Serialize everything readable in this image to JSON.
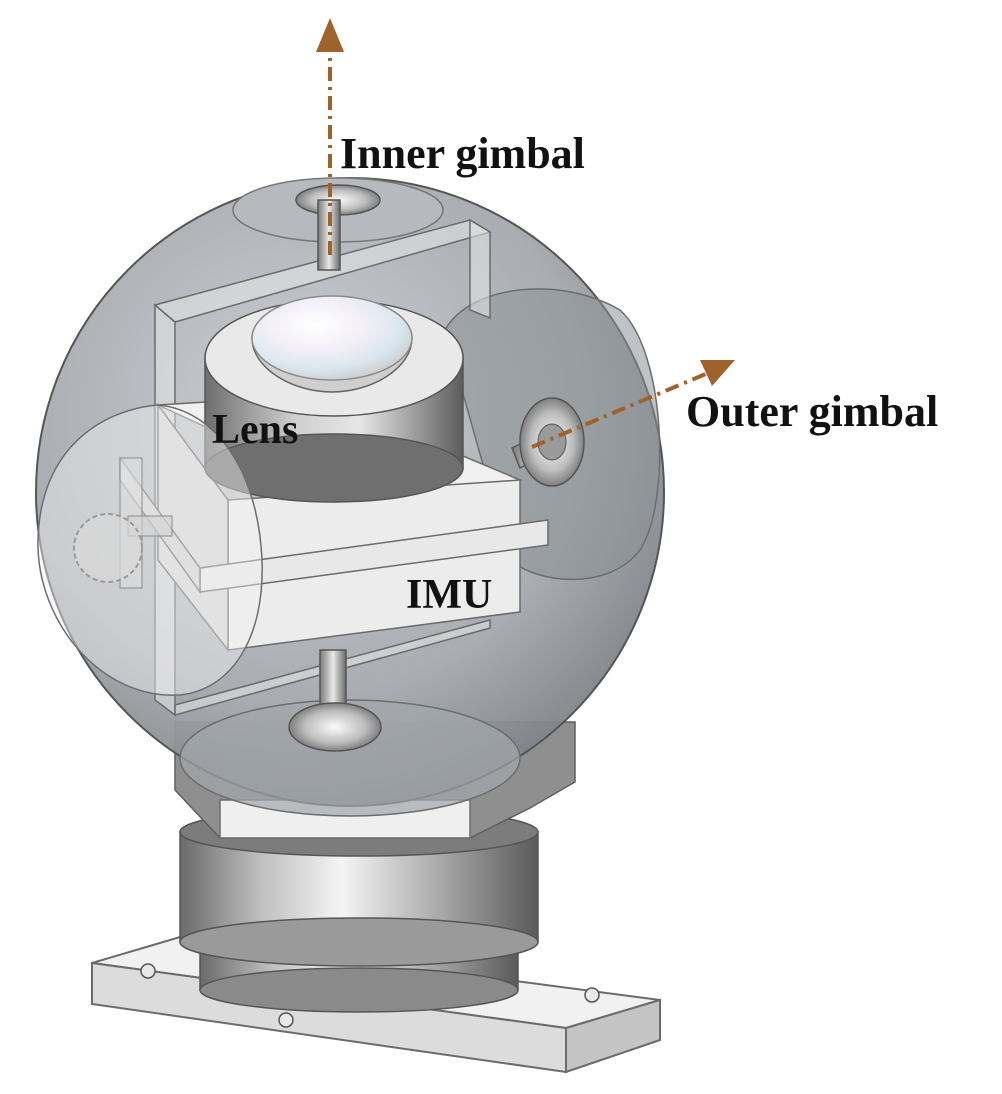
{
  "labels": {
    "inner_gimbal": "Inner gimbal",
    "outer_gimbal": "Outer gimbal",
    "lens": "Lens",
    "imu": "IMU"
  },
  "colors": {
    "axis_arrow": "#a0622d",
    "sphere_fill": "#9a9ea3",
    "metal_light": "#f0f0f0",
    "metal_dark": "#5e5e5e",
    "frame_fill": "#e4e4e4",
    "label_text": "#111111"
  }
}
